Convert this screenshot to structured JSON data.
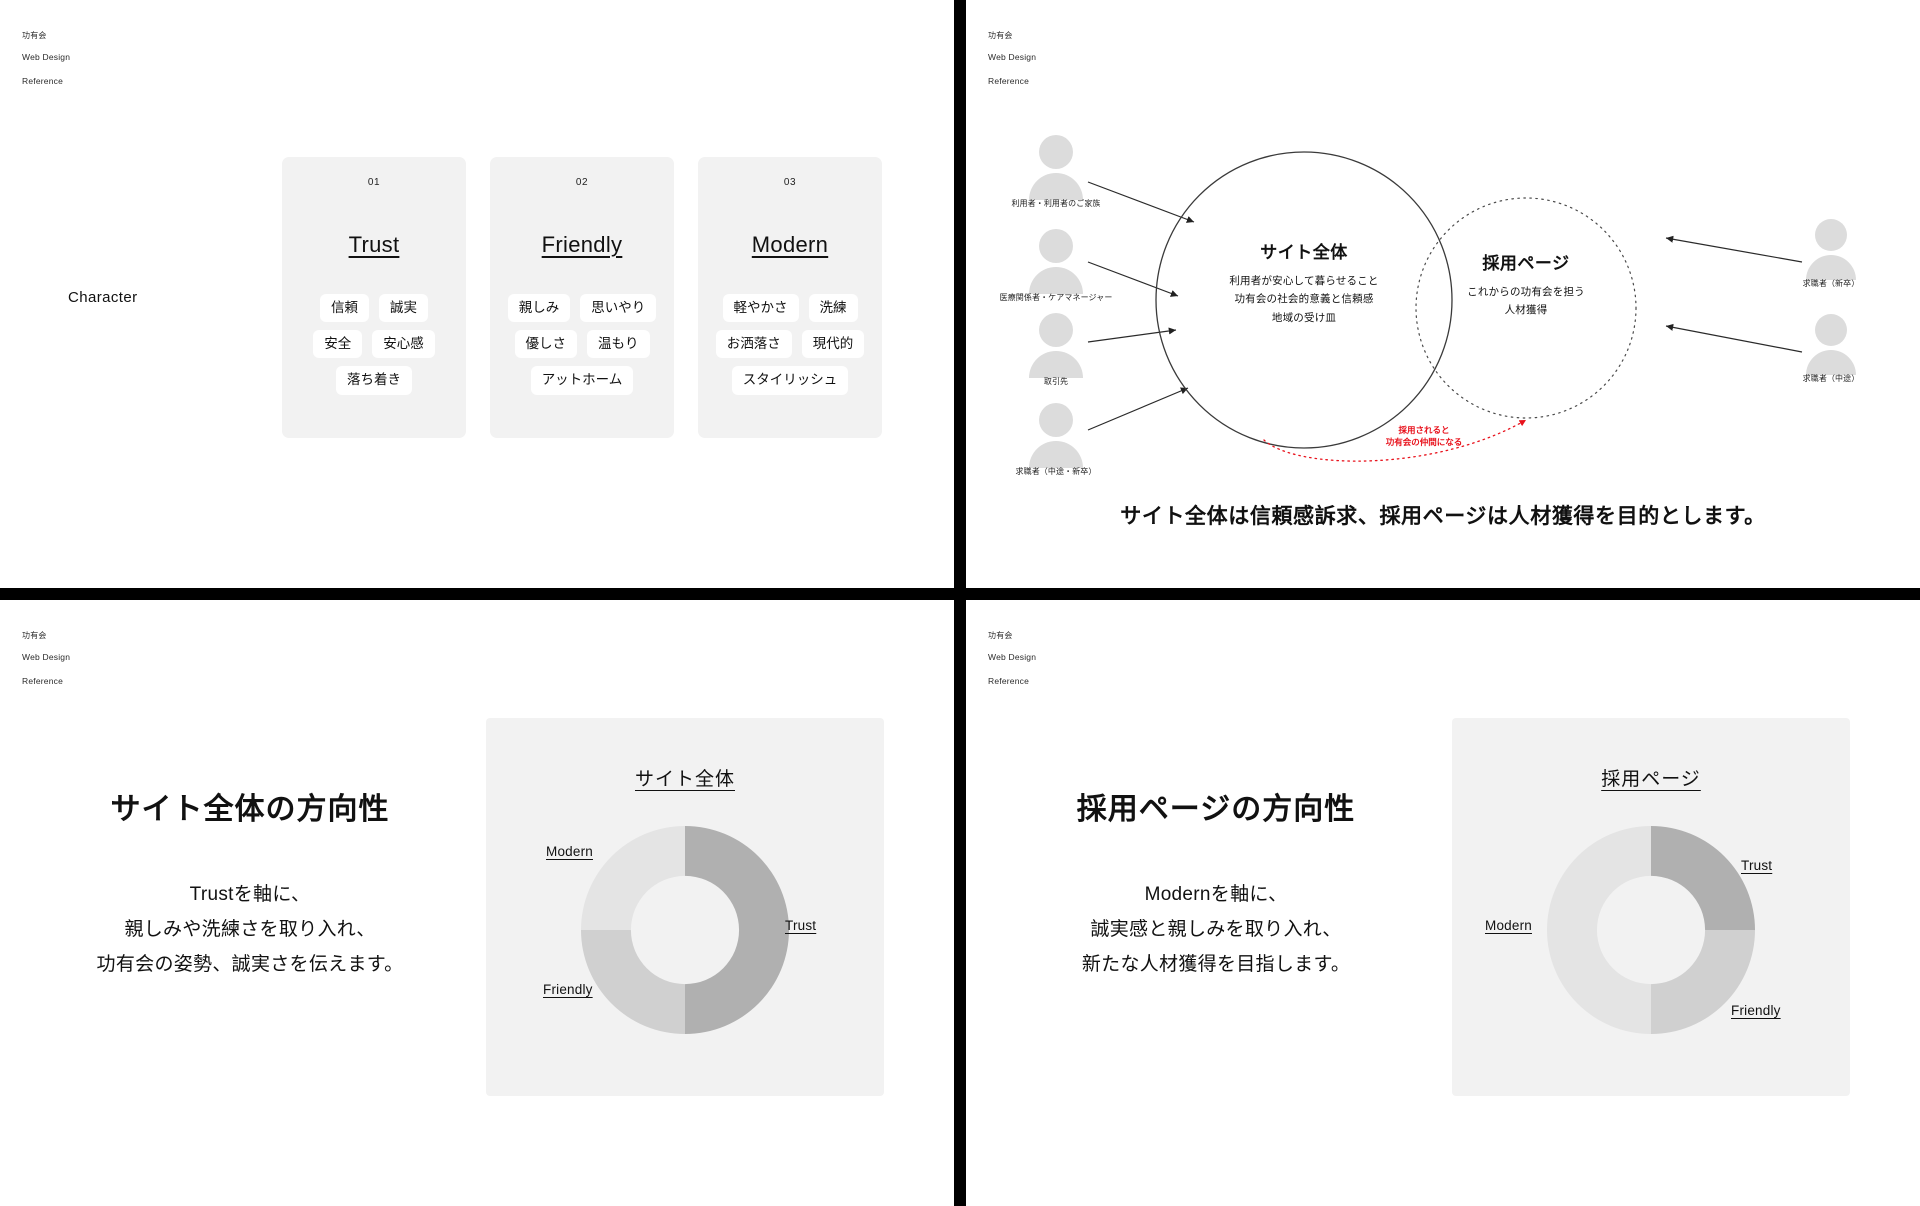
{
  "logo": {
    "line_jp": "功有会",
    "line_en1": "Web Design",
    "line_en2": "Reference"
  },
  "character": {
    "section_label": "Character",
    "cards": [
      {
        "num": "01",
        "title": "Trust",
        "rows": [
          [
            "信頼",
            "誠実"
          ],
          [
            "安全",
            "安心感"
          ],
          [
            "落ち着き"
          ]
        ]
      },
      {
        "num": "02",
        "title": "Friendly",
        "rows": [
          [
            "親しみ",
            "思いやり"
          ],
          [
            "優しさ",
            "温もり"
          ],
          [
            "アットホーム"
          ]
        ]
      },
      {
        "num": "03",
        "title": "Modern",
        "rows": [
          [
            "軽やかさ",
            "洗練"
          ],
          [
            "お洒落さ",
            "現代的"
          ],
          [
            "スタイリッシュ"
          ]
        ]
      }
    ]
  },
  "purpose": {
    "whole": {
      "heading": "サイト全体",
      "lines": "利用者が安心して暮らせること\n功有会の社会的意義と信頼感\n地域の受け皿"
    },
    "recruit": {
      "heading": "採用ページ",
      "lines": "これからの功有会を担う\n人材獲得"
    },
    "left_actors": [
      "利用者・利用者のご家族",
      "医療関係者・ケアマネージャー",
      "取引先",
      "求職者（中途・新卒）"
    ],
    "right_actors": [
      "求職者（新卒）",
      "求職者（中途）"
    ],
    "red_note": "採用されると\n功有会の仲間になる",
    "red_note_color": "#e8121c",
    "caption": "サイト全体は信頼感訴求、採用ページは人材獲得を目的とします。"
  },
  "site_direction": {
    "title": "サイト全体の方向性",
    "body": "Trustを軸に、\n親しみや洗練さを取り入れ、\n功有会の姿勢、誠実さを伝えます。"
  },
  "recruit_direction": {
    "title": "採用ページの方向性",
    "body": "Modernを軸に、\n誠実感と親しみを取り入れ、\n新たな人材獲得を目指します。"
  },
  "chart_data": [
    {
      "type": "pie",
      "id": "site-donut",
      "title": "サイト全体",
      "categories": [
        "Trust",
        "Friendly",
        "Modern"
      ],
      "values": [
        50,
        25,
        25
      ],
      "colors": [
        "#b0b0b0",
        "#d0d0d0",
        "#e4e4e4"
      ],
      "start_angle_deg": 0,
      "inner_radius_ratio": 0.52,
      "legend": "inline-labels",
      "labels_visible": [
        "Trust",
        "Friendly",
        "Modern"
      ]
    },
    {
      "type": "pie",
      "id": "recruit-donut",
      "title": "採用ページ",
      "categories": [
        "Trust",
        "Friendly",
        "Modern"
      ],
      "values": [
        25,
        25,
        50
      ],
      "colors": [
        "#b0b0b0",
        "#d0d0d0",
        "#e4e4e4"
      ],
      "start_angle_deg": 0,
      "inner_radius_ratio": 0.52,
      "legend": "inline-labels",
      "labels_visible": [
        "Trust",
        "Friendly",
        "Modern"
      ]
    }
  ]
}
